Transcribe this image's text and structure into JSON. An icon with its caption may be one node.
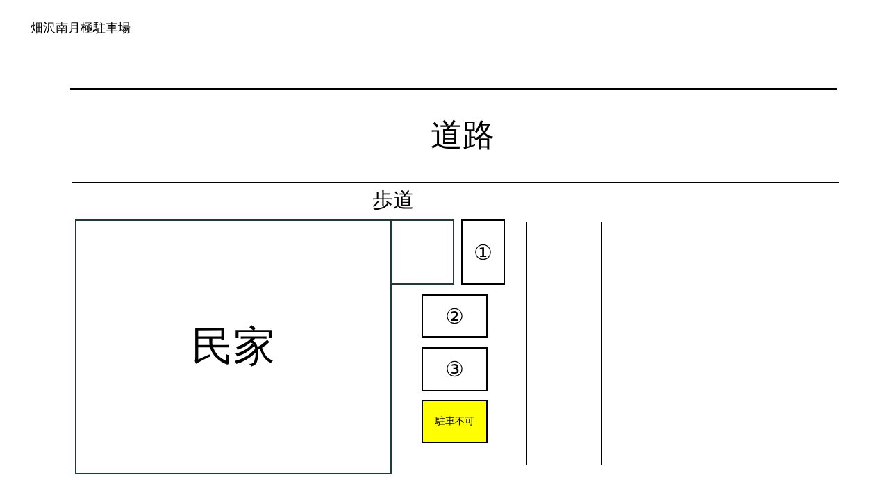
{
  "diagram": {
    "title": "畑沢南月極駐車場",
    "nodes": [
      {
        "text": [
          "民家"
        ]
      },
      {
        "text": [],
        "shape": "box"
      },
      {
        "text": [
          "①"
        ]
      },
      {
        "text": [
          "②"
        ]
      },
      {
        "text": [
          "③"
        ]
      },
      {
        "text": [
          "駐車不可"
        ]
      }
    ],
    "labels": [
      "道路",
      "歩道"
    ]
  }
}
